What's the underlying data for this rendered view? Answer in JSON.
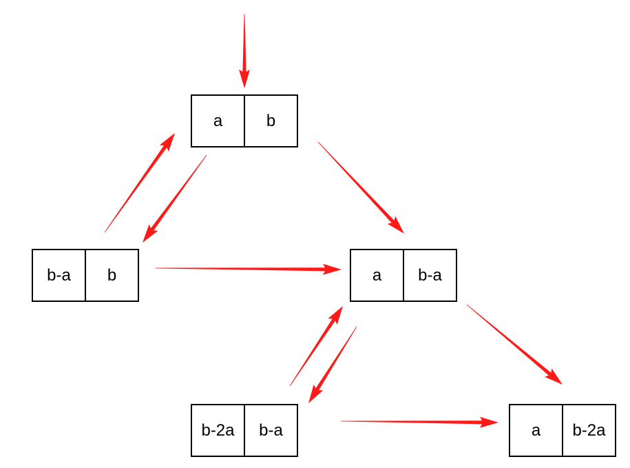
{
  "colors": {
    "arrow": "#ff1a1a",
    "box_border": "#000000",
    "text": "#000000",
    "background": "#ffffff"
  },
  "nodes": [
    {
      "id": "n1",
      "left": "a",
      "right": "b"
    },
    {
      "id": "n2",
      "left": "b-a",
      "right": "b"
    },
    {
      "id": "n3",
      "left": "a",
      "right": "b-a"
    },
    {
      "id": "n4",
      "left": "b-2a",
      "right": "b-a"
    },
    {
      "id": "n5",
      "left": "a",
      "right": "b-2a"
    }
  ],
  "edges": [
    {
      "id": "entry-to-n1",
      "from": "entry",
      "to": "n1"
    },
    {
      "id": "n1-to-n2",
      "from": "n1",
      "to": "n2"
    },
    {
      "id": "n2-to-n1",
      "from": "n2",
      "to": "n1"
    },
    {
      "id": "n1-to-n3",
      "from": "n1",
      "to": "n3"
    },
    {
      "id": "n2-to-n3",
      "from": "n2",
      "to": "n3"
    },
    {
      "id": "n3-to-n4",
      "from": "n3",
      "to": "n4"
    },
    {
      "id": "n4-to-n3",
      "from": "n4",
      "to": "n3"
    },
    {
      "id": "n3-to-n5",
      "from": "n3",
      "to": "n5"
    },
    {
      "id": "n4-to-n5",
      "from": "n4",
      "to": "n5"
    }
  ]
}
